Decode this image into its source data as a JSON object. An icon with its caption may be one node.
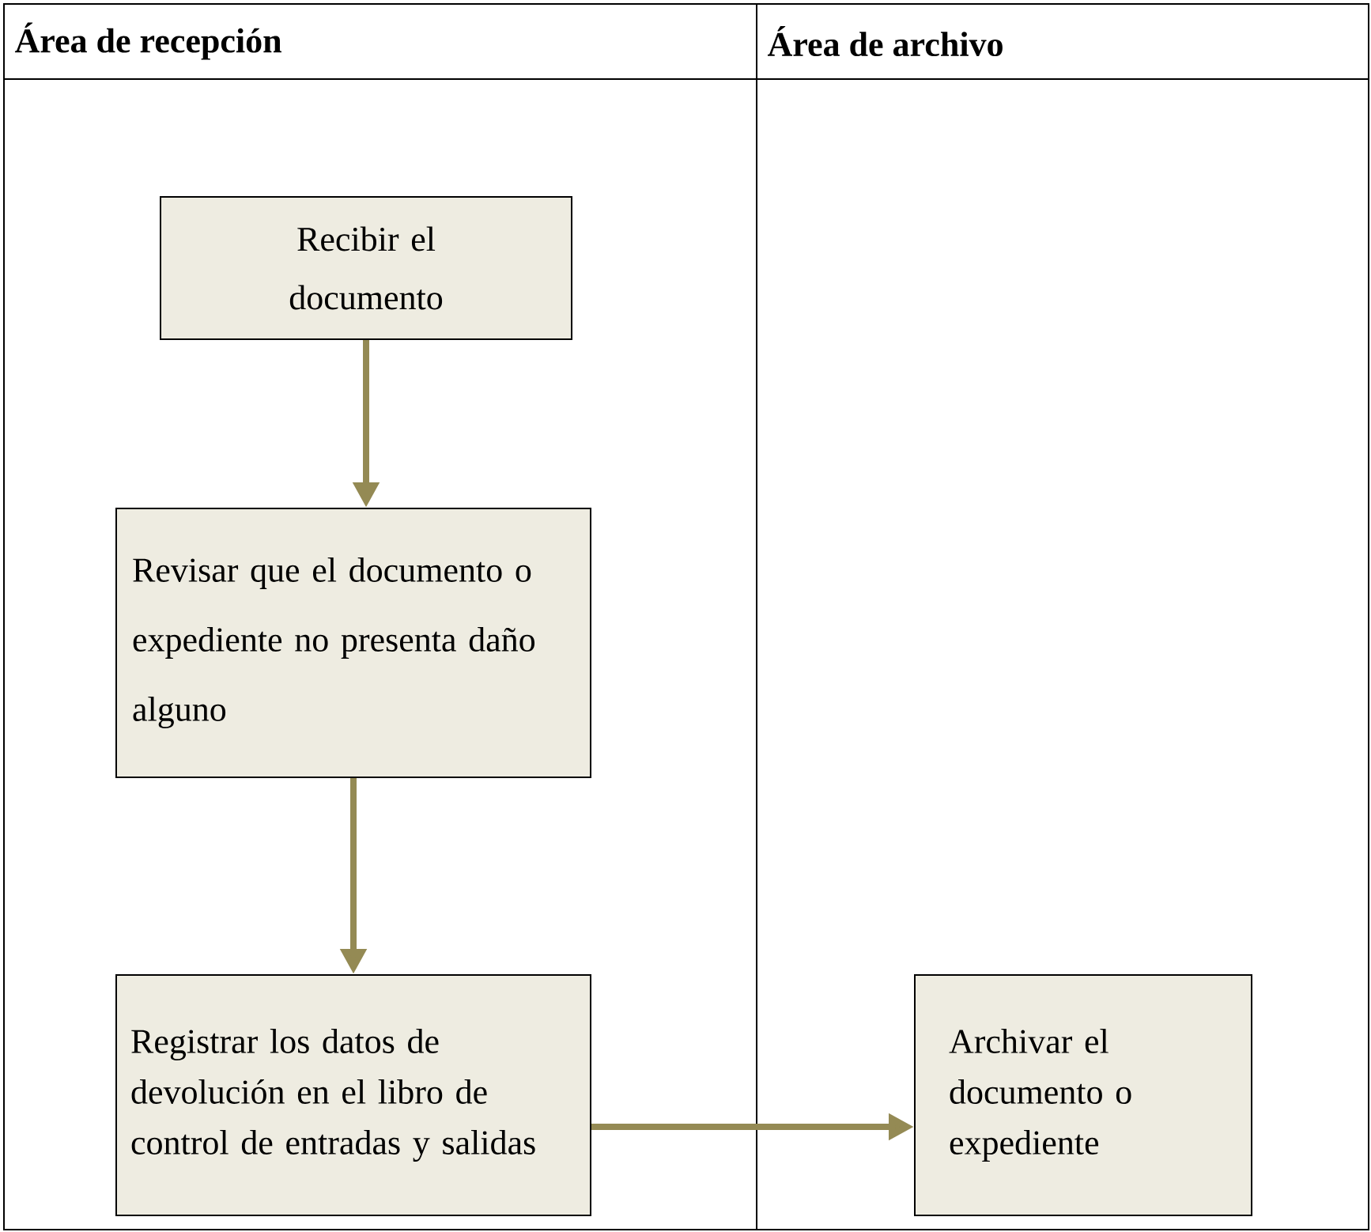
{
  "diagram": {
    "nodes": [
      {
        "text": [
          "Área de recepción"
        ]
      },
      {
        "text": [
          "Área de archivo"
        ]
      },
      {
        "text": [
          "Recibir el documento"
        ],
        "in": 0
      },
      {
        "text": [
          "Revisar que el documento o expediente no presenta daño alguno"
        ],
        "in": 0
      },
      {
        "text": [
          "Registrar los datos de devolución en el libro de control de entradas y salidas"
        ],
        "in": 0
      },
      {
        "text": [
          "Archivar el documento o expediente"
        ],
        "in": 1
      }
    ],
    "edges": [
      {
        "from": 2,
        "to": 3,
        "arrow": "to"
      },
      {
        "from": 3,
        "to": 4,
        "arrow": "to"
      },
      {
        "from": 4,
        "to": 5,
        "arrow": "to"
      }
    ]
  }
}
